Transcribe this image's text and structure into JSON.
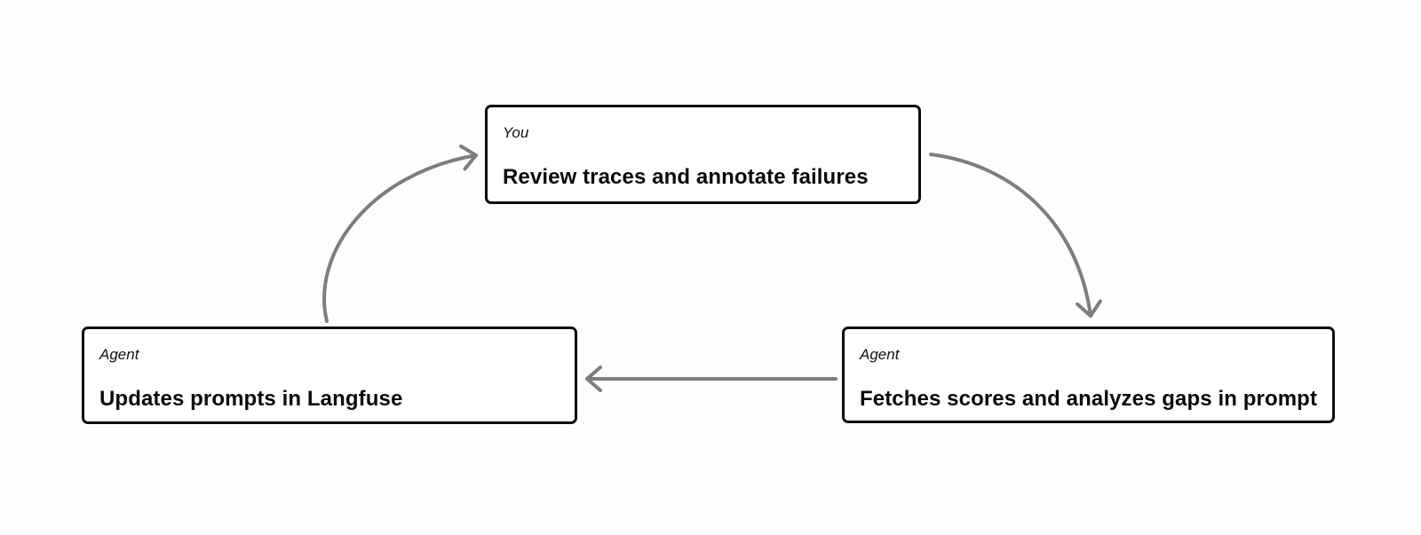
{
  "colors": {
    "background": "#fdfdfd",
    "node_background": "#ffffff",
    "node_border": "#0d0d0d",
    "arrow": "#7d7d7d",
    "label_text": "#111111",
    "title_text": "#0a0a0a"
  },
  "nodes": [
    {
      "id": "review-traces",
      "label": "You",
      "title": "Review traces and annotate failures"
    },
    {
      "id": "updates-prompts",
      "label": "Agent",
      "title": "Updates prompts in Langfuse"
    },
    {
      "id": "fetches-scores",
      "label": "Agent",
      "title": "Fetches scores and analyzes gaps in prompt"
    }
  ],
  "edges": [
    {
      "from": "updates-prompts",
      "to": "review-traces",
      "style": "curved",
      "direction": "up-right"
    },
    {
      "from": "review-traces",
      "to": "fetches-scores",
      "style": "curved",
      "direction": "down-right"
    },
    {
      "from": "fetches-scores",
      "to": "updates-prompts",
      "style": "straight",
      "direction": "left"
    }
  ]
}
